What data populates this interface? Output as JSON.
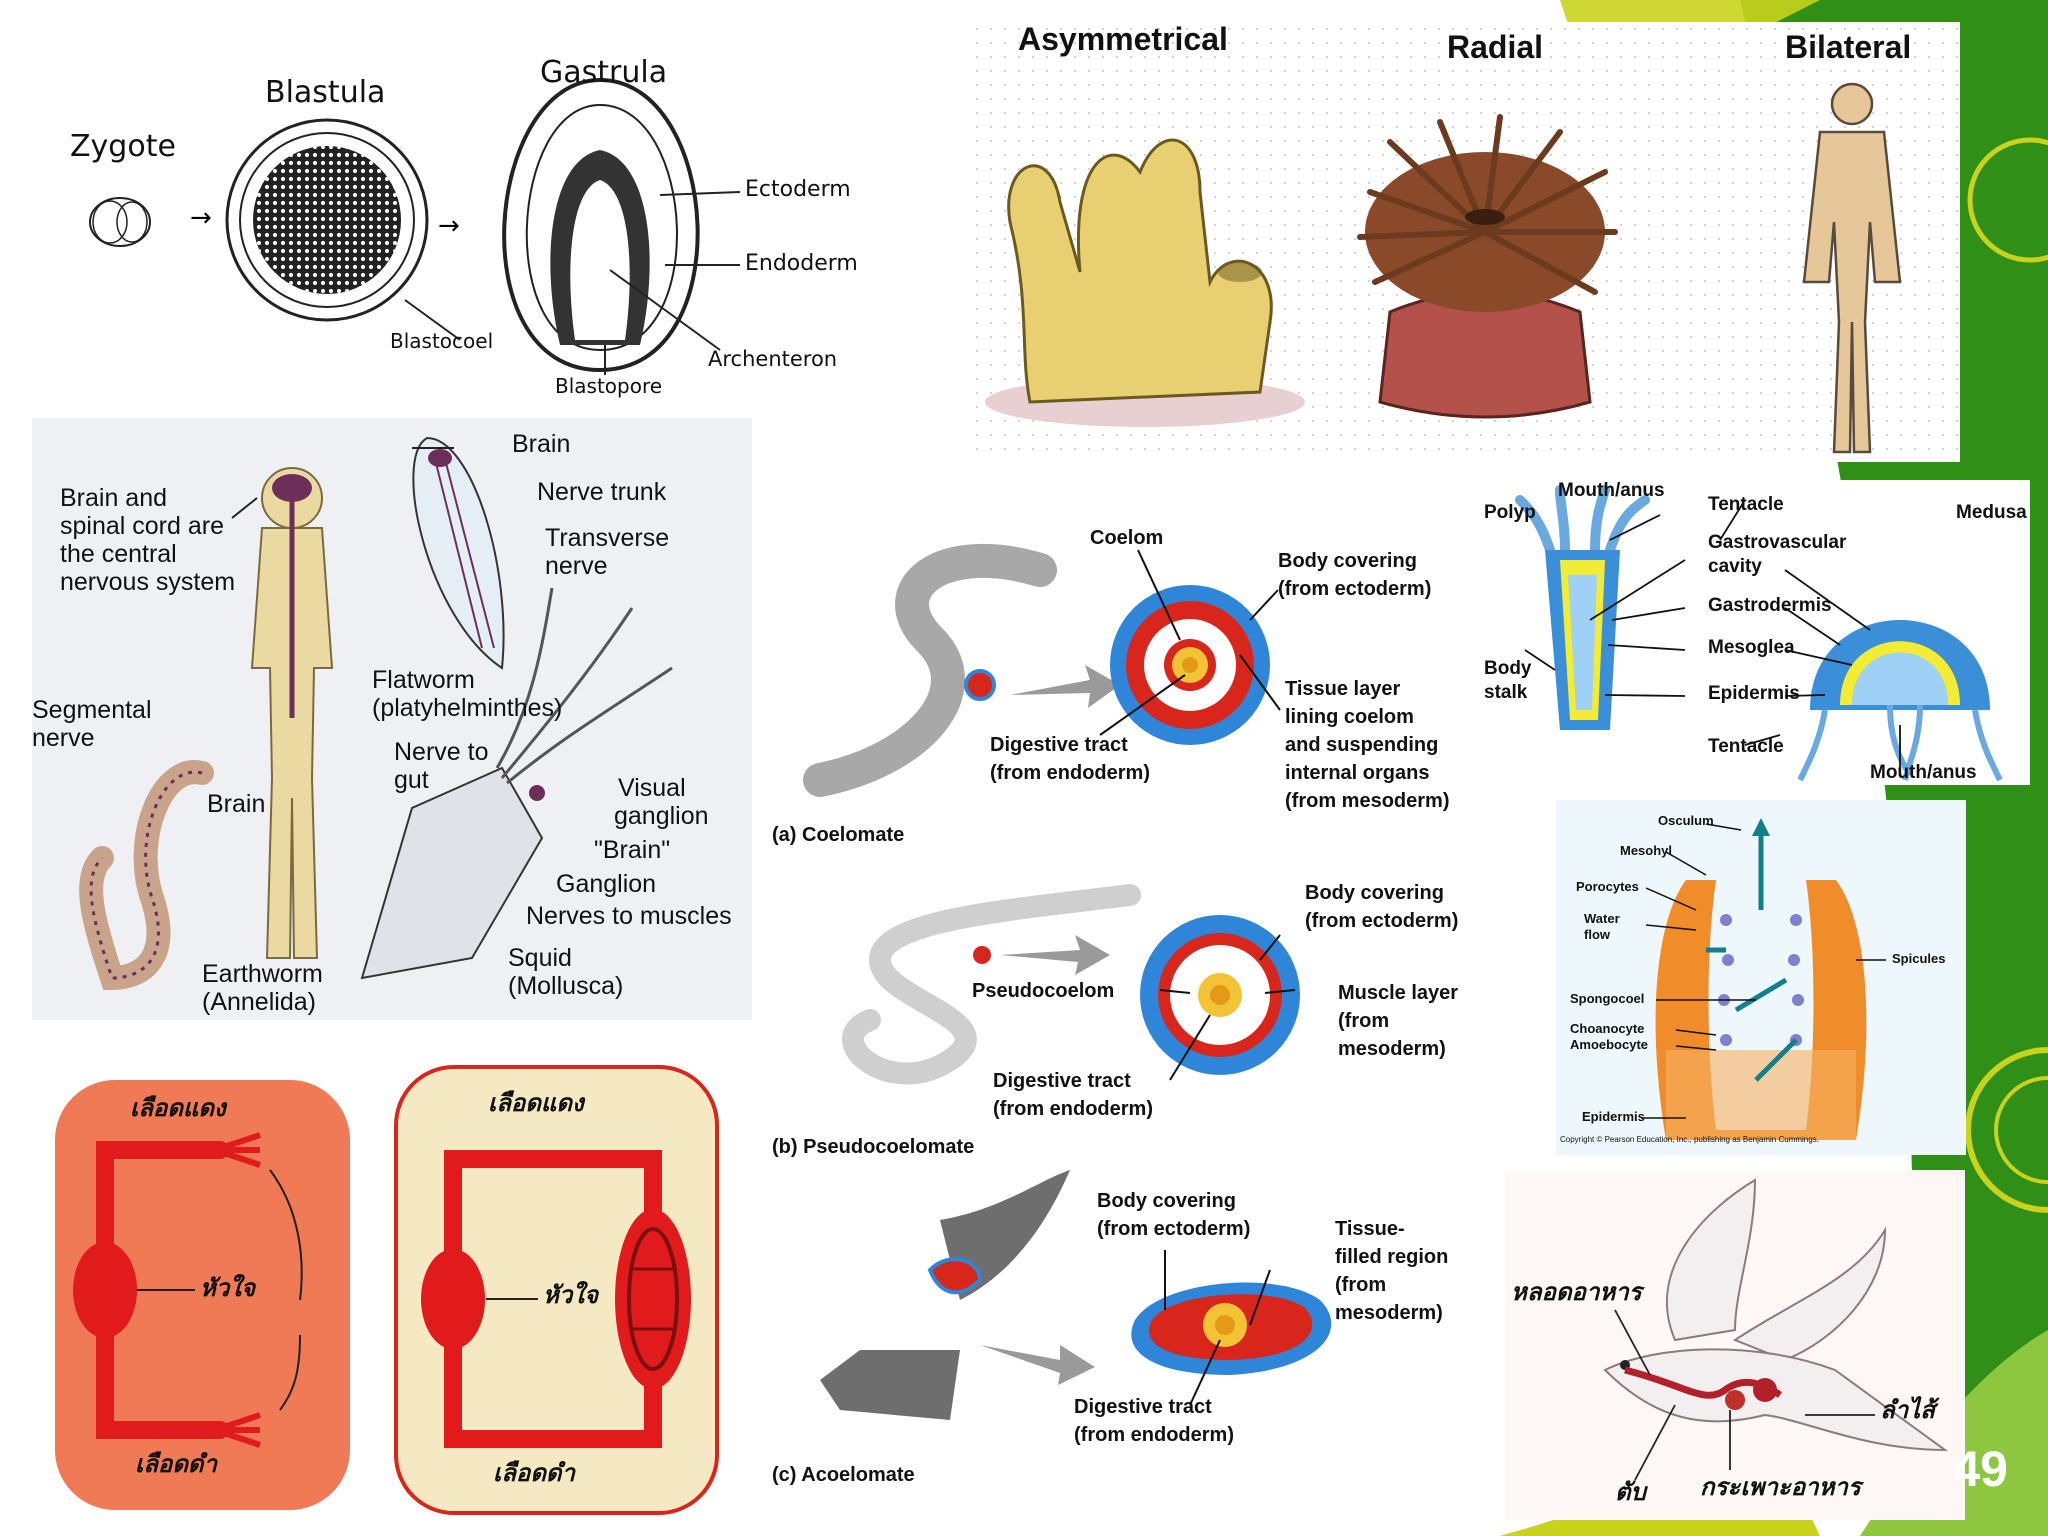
{
  "embryo": {
    "zygote": "Zygote",
    "blastula": "Blastula",
    "gastrula": "Gastrula",
    "ectoderm": "Ectoderm",
    "endoderm": "Endoderm",
    "blastocoel": "Blastocoel",
    "blastopore": "Blastopore",
    "archenteron": "Archenteron"
  },
  "symmetry": {
    "asymmetrical": "Asymmetrical",
    "radial": "Radial",
    "bilateral": "Bilateral"
  },
  "nervous": {
    "brain_cns_1": "Brain and",
    "brain_cns_2": "spinal cord are",
    "brain_cns_3": "the central",
    "brain_cns_4": "nervous system",
    "brain": "Brain",
    "nerve_trunk": "Nerve trunk",
    "transverse_1": "Transverse",
    "transverse_2": "nerve",
    "flatworm_1": "Flatworm",
    "flatworm_2": "(platyhelminthes)",
    "segmental_1": "Segmental",
    "segmental_2": "nerve",
    "nerve_gut_1": "Nerve to",
    "nerve_gut_2": "gut",
    "brain_worm": "Brain",
    "visual_1": "Visual",
    "visual_2": "ganglion",
    "brain_squid": "\"Brain\"",
    "ganglion": "Ganglion",
    "nerves_muscles": "Nerves to muscles",
    "earthworm_1": "Earthworm",
    "earthworm_2": "(Annelida)",
    "squid_1": "Squid",
    "squid_2": "(Mollusca)"
  },
  "coelom": {
    "coelom": "Coelom",
    "body_cov_1": "Body covering",
    "body_cov_2": "(from ectoderm)",
    "tissue_1": "Tissue layer",
    "tissue_2": "lining coelom",
    "tissue_3": "and suspending",
    "tissue_4": "internal organs",
    "tissue_5": "(from mesoderm)",
    "dig_1": "Digestive tract",
    "dig_2": "(from endoderm)",
    "cap_a": "(a) Coelomate",
    "b_body_1": "Body covering",
    "b_body_2": "(from ectoderm)",
    "pseudocoelom": "Pseudocoelom",
    "muscle_1": "Muscle layer",
    "muscle_2": "(from",
    "muscle_3": "mesoderm)",
    "b_dig_1": "Digestive tract",
    "b_dig_2": "(from endoderm)",
    "cap_b": "(b) Pseudocoelomate",
    "c_body_1": "Body covering",
    "c_body_2": "(from ectoderm)",
    "c_tissue_1": "Tissue-",
    "c_tissue_2": "filled region",
    "c_tissue_3": "(from",
    "c_tissue_4": "mesoderm)",
    "c_dig_1": "Digestive tract",
    "c_dig_2": "(from endoderm)",
    "cap_c": "(c) Acoelomate"
  },
  "cnidaria": {
    "polyp": "Polyp",
    "mouth_anus_top": "Mouth/anus",
    "tentacle_top": "Tentacle",
    "medusa": "Medusa",
    "gv_1": "Gastrovascular",
    "gv_2": "cavity",
    "gastrodermis": "Gastrodermis",
    "mesoglea": "Mesoglea",
    "epidermis": "Epidermis",
    "body_stalk_1": "Body",
    "body_stalk_2": "stalk",
    "tentacle_bottom": "Tentacle",
    "mouth_anus_bottom": "Mouth/anus"
  },
  "sponge": {
    "osculum": "Osculum",
    "mesohyl": "Mesohyl",
    "porocytes": "Porocytes",
    "water_1": "Water",
    "water_2": "flow",
    "spicules": "Spicules",
    "spongocoel": "Spongocoel",
    "choanocyte": "Choanocyte",
    "amoebocyte": "Amoebocyte",
    "epidermis": "Epidermis",
    "copyright": "Copyright © Pearson Education, Inc., publishing as Benjamin Cummings."
  },
  "circulation": {
    "open_red": "เลือดแดง",
    "open_heart": "หัวใจ",
    "open_dark": "เลือดดำ",
    "closed_red": "เลือดแดง",
    "closed_heart": "หัวใจ",
    "closed_dark": "เลือดดำ"
  },
  "bird": {
    "esophagus": "หลอดอาหาร",
    "intestine": "ลำไส้",
    "liver": "ตับ",
    "stomach": "กระเพาะอาหาร"
  },
  "page_number": "49",
  "colors": {
    "green": "#2f8f16",
    "yellow": "#c9d21c",
    "blue": "#2f86d8",
    "red": "#d8261c",
    "orange_bg": "#f07a56"
  }
}
